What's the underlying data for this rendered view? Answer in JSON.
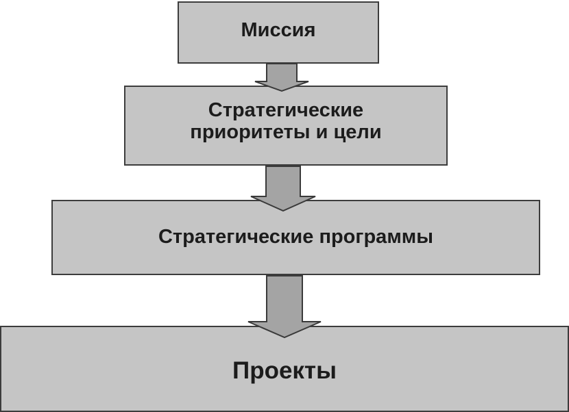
{
  "diagram": {
    "type": "flow-hierarchy",
    "background_color": "#ffffff",
    "colors": {
      "box_fill": "#c5c5c5",
      "arrow_fill": "#a4a4a4",
      "border": "#3c3c3c",
      "text": "#1c1c1c"
    },
    "nodes": [
      {
        "id": "mission",
        "label": "Миссия"
      },
      {
        "id": "strategic-priorities",
        "label": "Стратегические\nприоритеты и цели"
      },
      {
        "id": "strategic-programs",
        "label": "Стратегические программы"
      },
      {
        "id": "projects",
        "label": "Проекты"
      }
    ],
    "connectors": [
      {
        "from": "mission",
        "to": "strategic-priorities",
        "type": "block-arrow-down"
      },
      {
        "from": "strategic-priorities",
        "to": "strategic-programs",
        "type": "block-arrow-down"
      },
      {
        "from": "strategic-programs",
        "to": "projects",
        "type": "block-arrow-down"
      }
    ]
  }
}
